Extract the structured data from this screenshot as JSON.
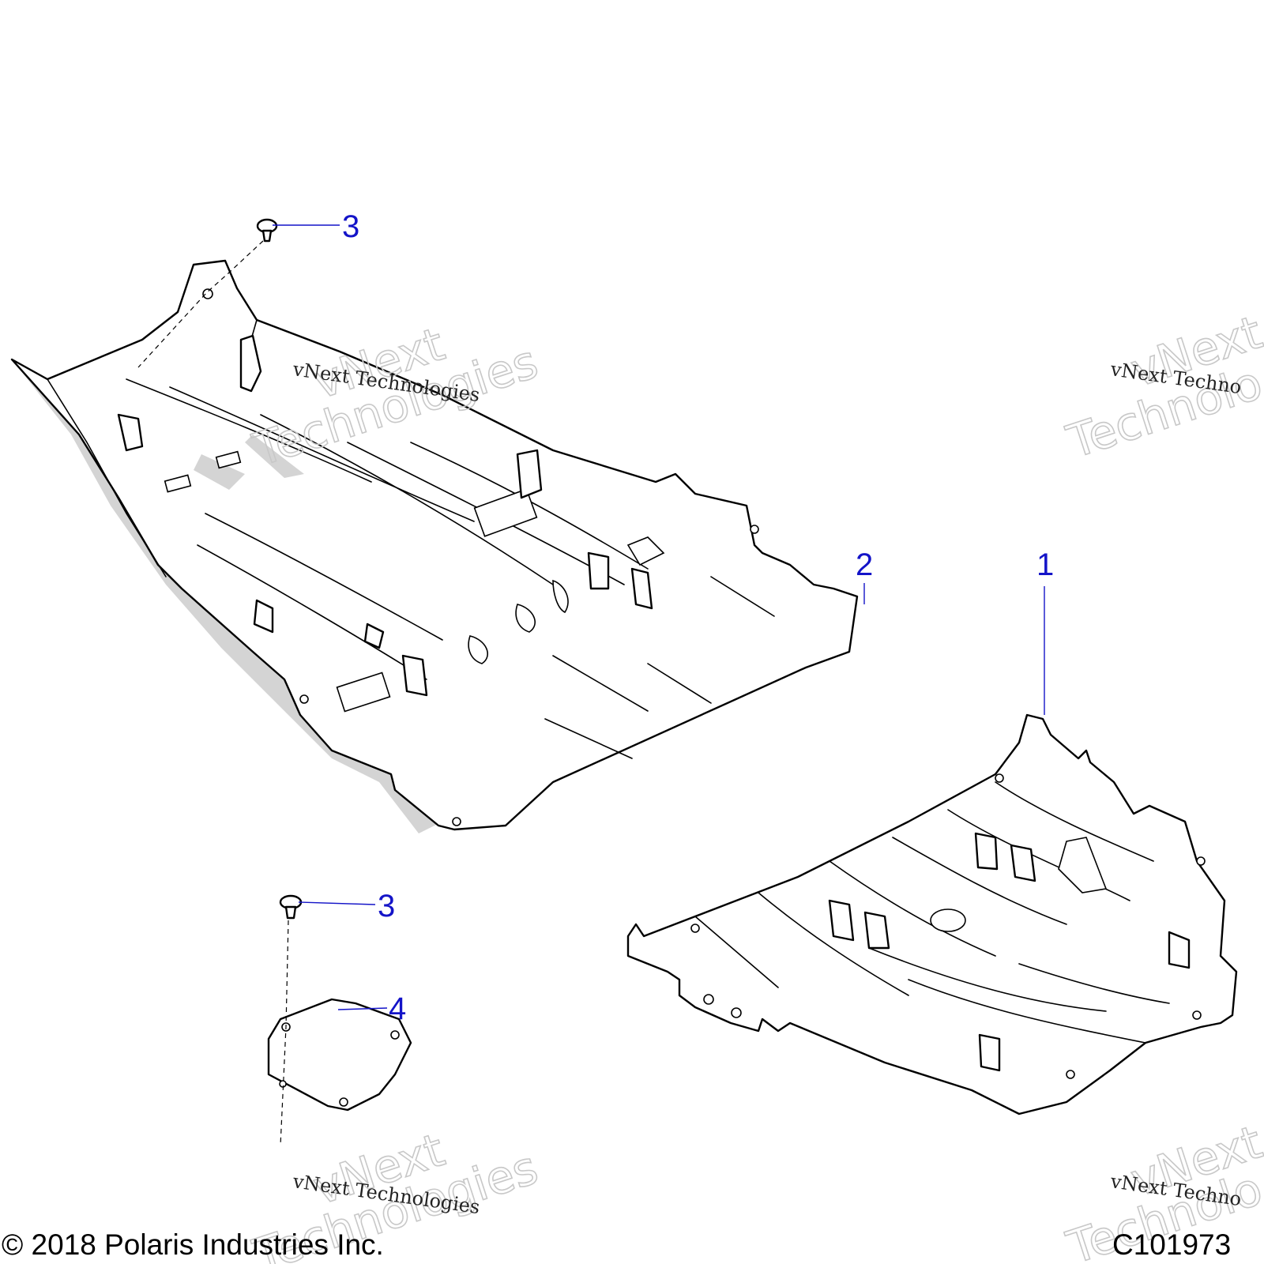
{
  "callouts": {
    "part_1": "1",
    "part_2": "2",
    "part_3_top": "3",
    "part_3_bottom": "3",
    "part_4": "4"
  },
  "footer": {
    "copyright": "© 2018 Polaris Industries Inc.",
    "figure_code": "C101973"
  },
  "watermark": {
    "line": "vNext Technologies",
    "word1": "vNext",
    "word2": "Technologies",
    "word2_cut": "Technolo",
    "line_cut": "vNext Techno"
  },
  "colors": {
    "callout": "#1414c8",
    "outline": "#000000",
    "shading": "#d4d4d4",
    "watermark": "#c8c8c8"
  }
}
